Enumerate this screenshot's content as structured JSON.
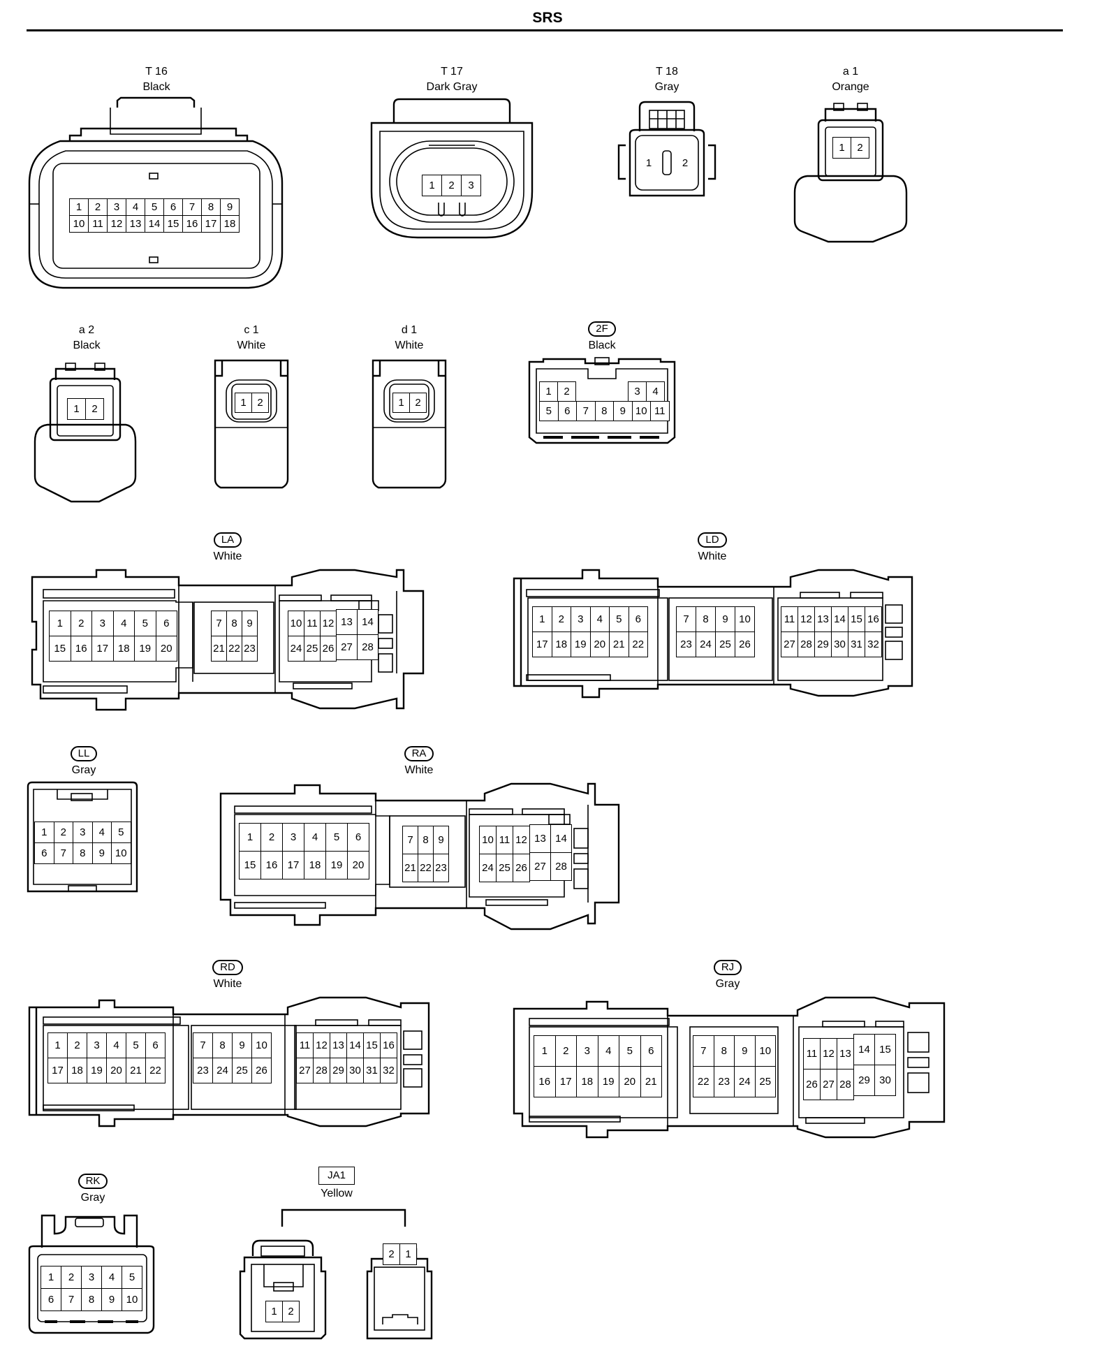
{
  "page": {
    "title": "SRS"
  },
  "connectors": {
    "t16": {
      "code": "T 16",
      "color": "Black",
      "rows": [
        [
          "1",
          "2",
          "3",
          "4",
          "5",
          "6",
          "7",
          "8",
          "9"
        ],
        [
          "10",
          "11",
          "12",
          "13",
          "14",
          "15",
          "16",
          "17",
          "18"
        ]
      ]
    },
    "t17": {
      "code": "T 17",
      "color": "Dark Gray",
      "rows": [
        [
          "1",
          "2",
          "3"
        ]
      ]
    },
    "t18": {
      "code": "T 18",
      "color": "Gray",
      "rows": [
        [
          "1",
          "2"
        ]
      ]
    },
    "a1": {
      "code": "a 1",
      "color": "Orange",
      "rows": [
        [
          "1",
          "2"
        ]
      ]
    },
    "a2": {
      "code": "a 2",
      "color": "Black",
      "rows": [
        [
          "1",
          "2"
        ]
      ]
    },
    "c1": {
      "code": "c 1",
      "color": "White",
      "rows": [
        [
          "1",
          "2"
        ]
      ]
    },
    "d1": {
      "code": "d 1",
      "color": "White",
      "rows": [
        [
          "1",
          "2"
        ]
      ]
    },
    "f2": {
      "code": "2F",
      "color": "Black",
      "top_left": [
        "1",
        "2"
      ],
      "top_right": [
        "3",
        "4"
      ],
      "bottom": [
        "5",
        "6",
        "7",
        "8",
        "9",
        "10",
        "11"
      ]
    },
    "la": {
      "code": "LA",
      "color": "White",
      "g1": [
        [
          "1",
          "2",
          "3",
          "4",
          "5",
          "6"
        ],
        [
          "15",
          "16",
          "17",
          "18",
          "19",
          "20"
        ]
      ],
      "g2": [
        [
          "7",
          "8",
          "9"
        ],
        [
          "21",
          "22",
          "23"
        ]
      ],
      "g3": [
        [
          "10",
          "11",
          "12"
        ],
        [
          "24",
          "25",
          "26"
        ]
      ],
      "g4": [
        [
          "13",
          "14"
        ],
        [
          "27",
          "28"
        ]
      ]
    },
    "ld": {
      "code": "LD",
      "color": "White",
      "g1": [
        [
          "1",
          "2",
          "3",
          "4",
          "5",
          "6"
        ],
        [
          "17",
          "18",
          "19",
          "20",
          "21",
          "22"
        ]
      ],
      "g2": [
        [
          "7",
          "8",
          "9",
          "10"
        ],
        [
          "23",
          "24",
          "25",
          "26"
        ]
      ],
      "g3": [
        [
          "11",
          "12",
          "13",
          "14",
          "15",
          "16"
        ],
        [
          "27",
          "28",
          "29",
          "30",
          "31",
          "32"
        ]
      ]
    },
    "ll": {
      "code": "LL",
      "color": "Gray",
      "rows": [
        [
          "1",
          "2",
          "3",
          "4",
          "5"
        ],
        [
          "6",
          "7",
          "8",
          "9",
          "10"
        ]
      ]
    },
    "ra": {
      "code": "RA",
      "color": "White",
      "g1": [
        [
          "1",
          "2",
          "3",
          "4",
          "5",
          "6"
        ],
        [
          "15",
          "16",
          "17",
          "18",
          "19",
          "20"
        ]
      ],
      "g2": [
        [
          "7",
          "8",
          "9"
        ],
        [
          "21",
          "22",
          "23"
        ]
      ],
      "g3": [
        [
          "10",
          "11",
          "12"
        ],
        [
          "24",
          "25",
          "26"
        ]
      ],
      "g4": [
        [
          "13",
          "14"
        ],
        [
          "27",
          "28"
        ]
      ]
    },
    "rd": {
      "code": "RD",
      "color": "White",
      "g1": [
        [
          "1",
          "2",
          "3",
          "4",
          "5",
          "6"
        ],
        [
          "17",
          "18",
          "19",
          "20",
          "21",
          "22"
        ]
      ],
      "g2": [
        [
          "7",
          "8",
          "9",
          "10"
        ],
        [
          "23",
          "24",
          "25",
          "26"
        ]
      ],
      "g3": [
        [
          "11",
          "12",
          "13",
          "14",
          "15",
          "16"
        ],
        [
          "27",
          "28",
          "29",
          "30",
          "31",
          "32"
        ]
      ]
    },
    "rj": {
      "code": "RJ",
      "color": "Gray",
      "g1": [
        [
          "1",
          "2",
          "3",
          "4",
          "5",
          "6"
        ],
        [
          "16",
          "17",
          "18",
          "19",
          "20",
          "21"
        ]
      ],
      "g2": [
        [
          "7",
          "8",
          "9",
          "10"
        ],
        [
          "22",
          "23",
          "24",
          "25"
        ]
      ],
      "g3": [
        [
          "11",
          "12",
          "13"
        ],
        [
          "26",
          "27",
          "28"
        ]
      ],
      "g4": [
        [
          "14",
          "15"
        ],
        [
          "29",
          "30"
        ]
      ]
    },
    "rk": {
      "code": "RK",
      "color": "Gray",
      "rows": [
        [
          "1",
          "2",
          "3",
          "4",
          "5"
        ],
        [
          "6",
          "7",
          "8",
          "9",
          "10"
        ]
      ]
    },
    "ja1": {
      "code": "JA1",
      "color": "Yellow",
      "left": [
        "1",
        "2"
      ],
      "right": [
        "2",
        "1"
      ]
    }
  }
}
